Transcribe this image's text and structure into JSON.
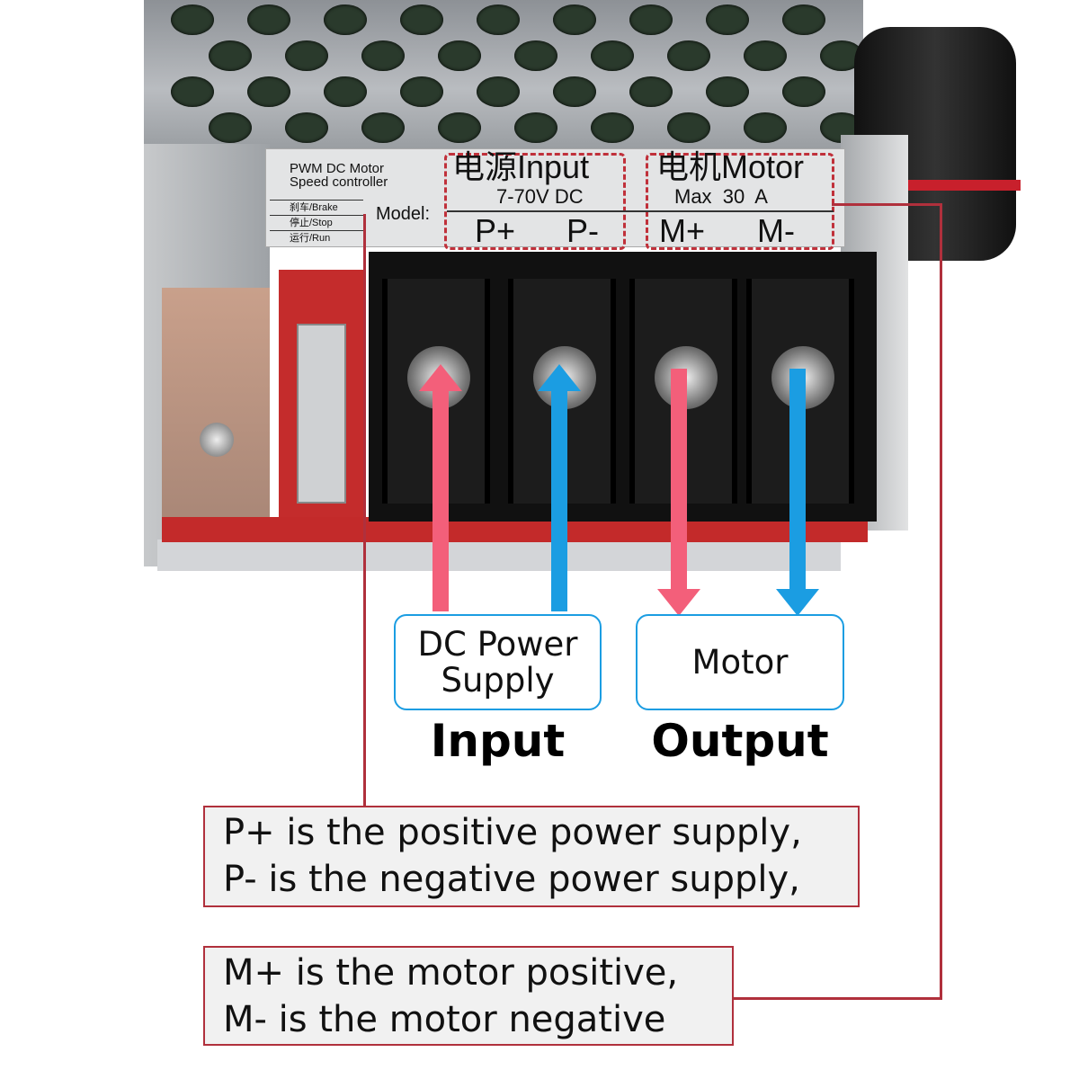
{
  "plate": {
    "title_line1": "PWM DC Motor",
    "title_line2": "Speed controller",
    "rows": [
      "刹车/Brake",
      "停止/Stop",
      "运行/Run"
    ],
    "model_label": "Model:",
    "input_heading": "电源Input",
    "input_voltage": "7-70V DC",
    "motor_heading": "电机Motor",
    "motor_current": "Max  30  A",
    "terminals": [
      "P+",
      "P-",
      "M+",
      "M-"
    ]
  },
  "labels": {
    "input_box_line1": "DC Power",
    "input_box_line2": "Supply",
    "output_box": "Motor",
    "input_heading": "Input",
    "output_heading": "Output"
  },
  "notes": {
    "power_line1": "P+ is the positive power supply,",
    "power_line2": "P- is the negative power supply,",
    "motor_line1": "M+ is the motor positive,",
    "motor_line2": "M- is the motor negative"
  },
  "colors": {
    "positive_arrow": "#f35f7a",
    "negative_arrow": "#1b9de2",
    "callout": "#b0303c"
  }
}
